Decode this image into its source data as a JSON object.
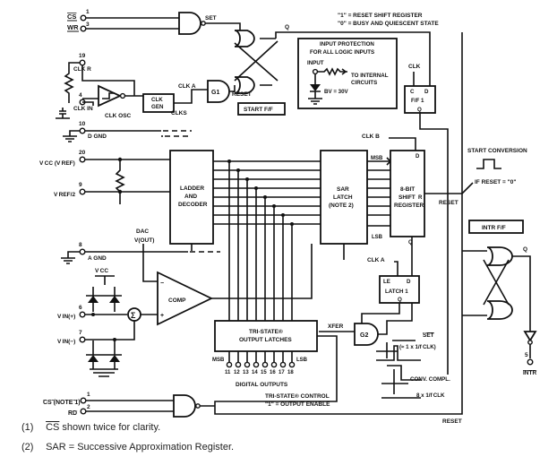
{
  "pins": {
    "cs": "CS",
    "wr": "WR",
    "clk_r": "CLK R",
    "clk_in": "CLK IN",
    "d_gnd": "D GND",
    "vcc_vref": "V CC (V REF)",
    "vref2": "V REF/2",
    "a_gnd": "A GND",
    "vcc": "V CC",
    "vin_plus": "V IN(+)",
    "vin_minus": "V IN(−)",
    "cs_note": "CS (NOTE 1)",
    "rd": "RD",
    "intr": "INTR"
  },
  "pin_numbers": {
    "cs": "1",
    "wr": "3",
    "clk_r": "19",
    "clk_in": "4",
    "d_gnd": "10",
    "vcc_vref": "20",
    "vref2": "9",
    "a_gnd": "8",
    "vin_plus": "6",
    "vin_minus": "7",
    "cs_note": "1",
    "rd": "2",
    "intr": "5"
  },
  "blocks": {
    "start_ff": "START F/F",
    "clk_gen": [
      "CLK",
      "GEN"
    ],
    "clk_osc": "CLK OSC",
    "ladder": [
      "LADDER",
      "AND",
      "DECODER"
    ],
    "sar": [
      "SAR",
      "LATCH",
      "(NOTE 2)"
    ],
    "shift": [
      "8-BIT",
      "SHIFT",
      "REGISTER"
    ],
    "ff1": [
      "C",
      "D",
      "F/F 1",
      "Q"
    ],
    "latch1": [
      "LE",
      "D",
      "LATCH 1",
      "Q"
    ],
    "tristate": [
      "TRI-STATE®",
      "OUTPUT LATCHES"
    ],
    "comp": "COMP",
    "intr_ff": "INTR F/F",
    "g1": "G1",
    "g2": "G2"
  },
  "labels": {
    "set": "SET",
    "reset": "RESET",
    "q": "Q",
    "clk": "CLK",
    "clk_a": "CLK A",
    "clk_b": "CLK B",
    "clks": "CLKS",
    "msb": "MSB",
    "lsb": "LSB",
    "r": "R",
    "d": "D",
    "dac": "DAC",
    "vout": "V(OUT)",
    "xfer": "XFER",
    "set_bar": "SET",
    "reset_mode_1": "\"1\" = RESET SHIFT REGISTER",
    "reset_mode_0": "\"0\" = BUSY AND QUIESCENT STATE",
    "start_conversion": "START CONVERSION",
    "if_reset": "IF RESET = \"0\"",
    "one_clk": "(≈ 1 x 1/f CLK)",
    "conv_compl": "CONV. COMPL.",
    "eight_clk": "8 x 1/f CLK",
    "tristate_control": "TRI-STATE® CONTROL",
    "output_enable": "\"1\" = OUTPUT ENABLE",
    "digital_outputs": "DIGITAL OUTPUTS",
    "msb_out": "MSB",
    "lsb_out": "LSB",
    "output_pins": [
      "11",
      "12",
      "13",
      "14",
      "15",
      "16",
      "17",
      "18"
    ]
  },
  "input_protection": {
    "title": [
      "INPUT PROTECTION",
      "FOR ALL LOGIC INPUTS"
    ],
    "input": "INPUT",
    "to_internal": [
      "TO INTERNAL",
      "CIRCUITS"
    ],
    "bv": "BV = 30V"
  },
  "notes": [
    {
      "num": "(1)",
      "cs": "CS",
      "text": " shown twice for clarity."
    },
    {
      "num": "(2)",
      "text": "SAR = Successive Approximation Register."
    }
  ]
}
